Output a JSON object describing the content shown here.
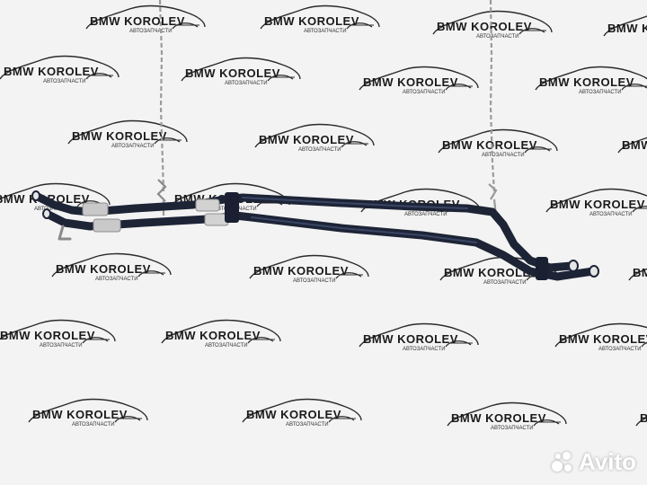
{
  "watermark": {
    "brand": "BMW KOROLEV",
    "subtitle": "АВТОЗАПЧАСТИ"
  },
  "marketplace_logo": {
    "text": "Avito"
  },
  "colors": {
    "background": "#f2f3f2",
    "hose": "#1d2436",
    "chain": "#9a9a9a",
    "fitting": "#c9c9c9"
  }
}
